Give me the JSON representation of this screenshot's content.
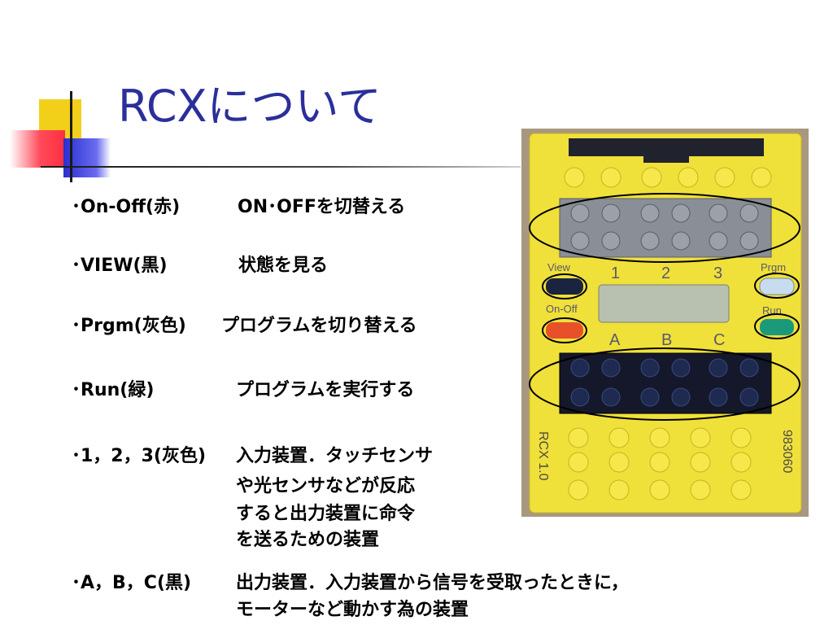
{
  "slide": {
    "title": "RCXについて",
    "items": [
      {
        "label": "･On-Off(赤)",
        "desc": [
          "ON･OFFを切替える"
        ]
      },
      {
        "label": "･VIEW(黒)",
        "desc": [
          "状態を見る"
        ]
      },
      {
        "label": "･Prgm(灰色)",
        "desc": [
          "プログラムを切り替える"
        ]
      },
      {
        "label": "･Run(緑)",
        "desc": [
          "プログラムを実行する"
        ]
      },
      {
        "label": "･1，2，3(灰色)",
        "desc": [
          "入力装置．タッチセンサ",
          "や光センサなどが反応",
          "すると出力装置に命令",
          "を送るための装置"
        ]
      },
      {
        "label": "･A，B，C(黒)",
        "desc": [
          "出力装置．入力装置から信号を受取ったときに，",
          "モーターなど動かす為の装置"
        ]
      }
    ]
  },
  "photo": {
    "labels": {
      "view": "View",
      "prgm": "Prgm",
      "onoff": "On-Off",
      "run": "Run",
      "n1": "1",
      "n2": "2",
      "n3": "3",
      "a": "A",
      "b": "B",
      "c": "C",
      "model": "RCX 1.0",
      "serial": "983060"
    },
    "colors": {
      "body": "#f0e03a",
      "onoff_button": "#e8502a",
      "run_button": "#1a9a7a",
      "view_button": "#1a2440",
      "prgm_button": "#c8dcf0",
      "gray_studs": "#8a8e96",
      "black_studs": "#14182a"
    }
  }
}
